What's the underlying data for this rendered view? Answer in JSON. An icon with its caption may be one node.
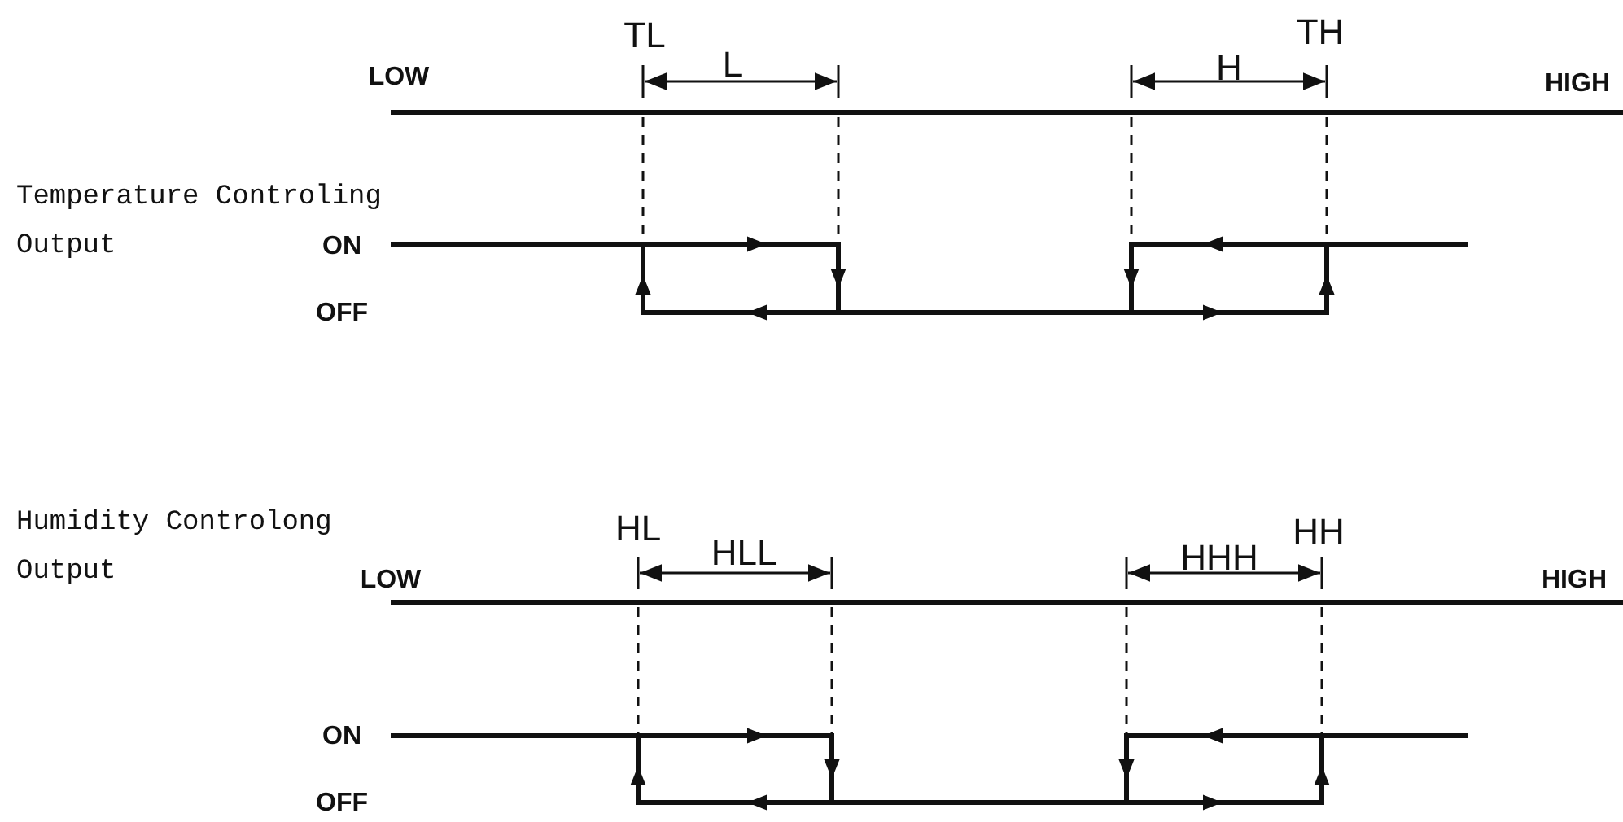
{
  "diagram": {
    "labels": [
      "TL",
      "L",
      "H",
      "TH",
      "LOW",
      "HIGH",
      "Temperature Controling Output",
      "ON",
      "OFF",
      "Humidity Controlong Output",
      "HL",
      "HLL",
      "HHH",
      "HH",
      "LOW",
      "HIGH",
      "ON",
      "OFF"
    ]
  }
}
